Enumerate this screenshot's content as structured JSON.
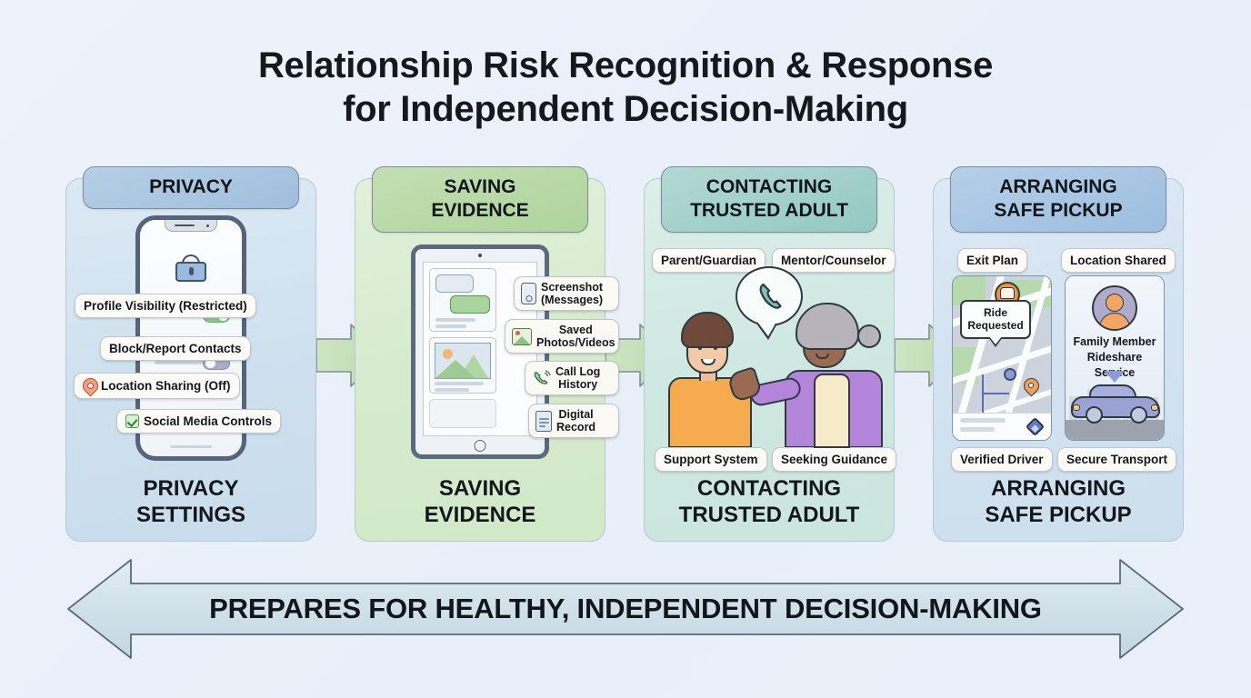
{
  "title": {
    "line1": "Relationship Risk Recognition & Response",
    "line2": "for Independent Decision-Making"
  },
  "colors": {
    "background": "#edf2fa",
    "panel1": "#cfe1ef",
    "panel2": "#d6ebcd",
    "panel3": "#cfe8e1",
    "panel4": "#d2e2f0",
    "header1": "#a9c5e0",
    "header2": "#b8d79f",
    "header3": "#9fcfc8",
    "header4": "#a8c4e2",
    "chip_bg": "#fbfaf6",
    "outline": "#2f3a45",
    "accent_green": "#8fca8c",
    "accent_orange": "#f0943f",
    "accent_purple": "#b386db"
  },
  "panels": [
    {
      "id": "privacy",
      "header": "PRIVACY",
      "footer_line1": "PRIVACY",
      "footer_line2": "SETTINGS",
      "device": "smartphone",
      "icons": [
        "lock-icon",
        "location-pin-icon",
        "checkbox-checked-icon",
        "toggle-on-icon",
        "toggle-off-icon"
      ],
      "chips": [
        {
          "label": "Profile Visibility (Restricted)",
          "icon": "none"
        },
        {
          "label": "Block/Report Contacts",
          "icon": "none"
        },
        {
          "label": "Location Sharing (Off)",
          "icon": "location-pin-icon"
        },
        {
          "label": "Social Media Controls",
          "icon": "checkbox-checked-icon"
        }
      ]
    },
    {
      "id": "saving-evidence",
      "header_line1": "SAVING",
      "header_line2": "EVIDENCE",
      "footer_line1": "SAVING",
      "footer_line2": "EVIDENCE",
      "device": "tablet",
      "chips": [
        {
          "line1": "Screenshot",
          "line2": "(Messages)",
          "icon": "smartphone-icon"
        },
        {
          "line1": "Saved",
          "line2": "Photos/Videos",
          "icon": "photo-icon"
        },
        {
          "line1": "Call Log",
          "line2": "History",
          "icon": "phone-call-icon"
        },
        {
          "line1": "Digital",
          "line2": "Record",
          "icon": "document-icon"
        }
      ]
    },
    {
      "id": "contacting-trusted-adult",
      "header_line1": "CONTACTING",
      "header_line2": "TRUSTED ADULT",
      "footer_line1": "CONTACTING",
      "footer_line2": "TRUSTED ADULT",
      "device": "people-illustration",
      "icons": [
        "speech-bubble-icon",
        "phone-handset-icon"
      ],
      "chips_top": [
        "Parent/Guardian",
        "Mentor/Counselor"
      ],
      "chips_bottom": [
        "Support System",
        "Seeking Guidance"
      ]
    },
    {
      "id": "arranging-safe-pickup",
      "header_line1": "ARRANGING",
      "header_line2": "SAFE PICKUP",
      "footer_line1": "ARRANGING",
      "footer_line2": "SAFE PICKUP",
      "device": "map-and-rideshare",
      "chips_top": [
        "Exit Plan",
        "Location Shared"
      ],
      "chips_bottom": [
        "Verified Driver",
        "Secure Transport"
      ],
      "map_callout_line1": "Ride",
      "map_callout_line2": "Requested",
      "card_line1": "Family Member",
      "card_line2": "Rideshare Service",
      "icons": [
        "car-pin-icon",
        "map-pin-icon",
        "avatar-icon",
        "car-icon",
        "triangle-down-icon"
      ]
    }
  ],
  "connectors": {
    "count": 3,
    "direction": "right"
  },
  "banner": {
    "text": "PREPARES FOR HEALTHY, INDEPENDENT DECISION-MAKING",
    "arrow": "double-headed-horizontal"
  }
}
